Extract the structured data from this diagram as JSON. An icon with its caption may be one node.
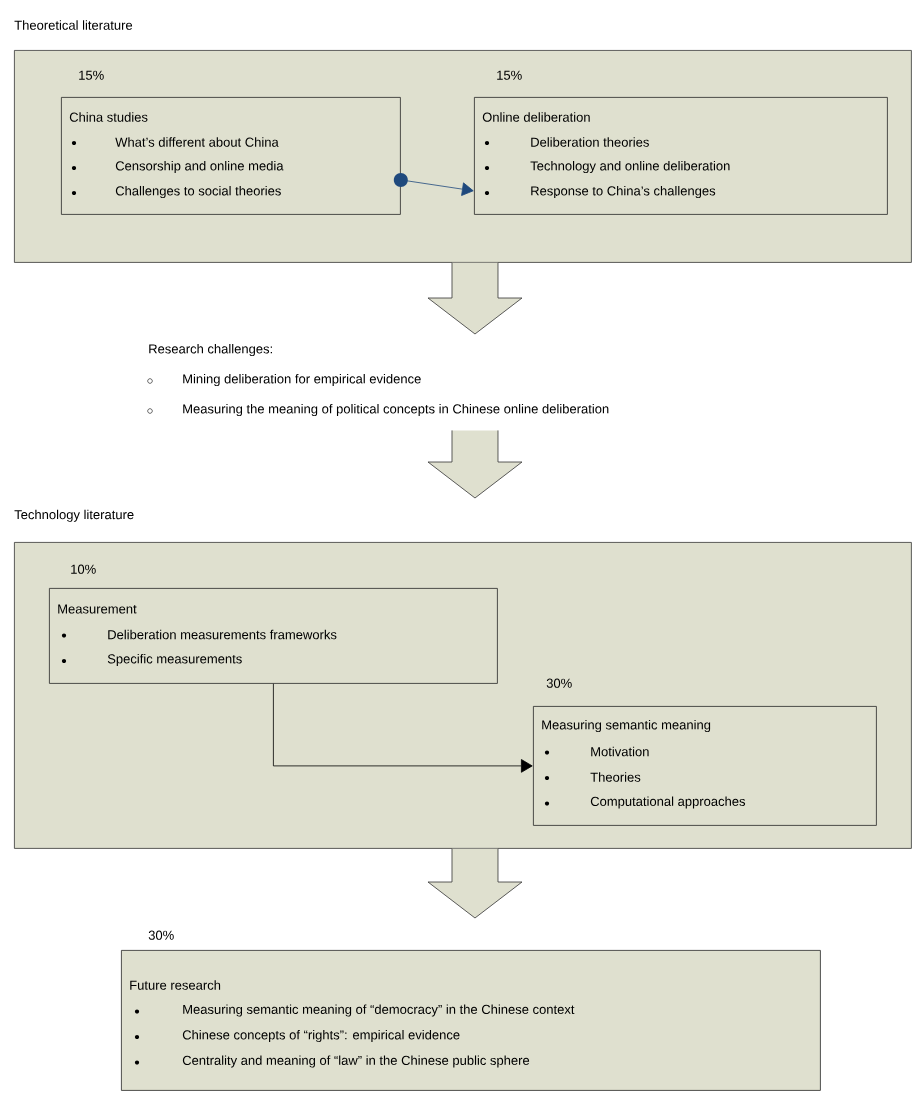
{
  "diagram": {
    "nodes": [
      {
        "text": [
          "Theoretical literature"
        ]
      },
      {
        "text": [
          "China studies",
          "What’s different about China",
          "Censorship and online media",
          "Challenges to social theories"
        ],
        "in": 0,
        "beside": [
          "15%"
        ]
      },
      {
        "text": [
          "Online deliberation",
          "Deliberation theories",
          "Technology and online deliberation",
          "Response to China’s challenges"
        ],
        "in": 0,
        "beside": [
          "15%"
        ]
      },
      {
        "text": [
          "Research challenges:",
          "Mining deliberation for empirical evidence",
          "Measuring the meaning of political concepts in Chinese online deliberation"
        ]
      },
      {
        "text": [
          "Technology literature"
        ]
      },
      {
        "text": [
          "Measurement",
          "Deliberation measurements frameworks",
          "Specific measurements"
        ],
        "in": 4,
        "beside": [
          "10%"
        ]
      },
      {
        "text": [
          "Measuring semantic meaning",
          "Motivation",
          "Theories",
          "Computational approaches"
        ],
        "in": 4,
        "beside": [
          "30%"
        ]
      },
      {
        "text": [
          "Future research",
          "Measuring semantic meaning of “democracy” in the Chinese context",
          "Chinese concepts of “rights”: empirical evidence",
          "Centrality and meaning of “law” in the Chinese public sphere"
        ],
        "beside": [
          "30%"
        ]
      }
    ],
    "edges": [
      {
        "from": 1,
        "to": 2,
        "arrow": "to",
        "color": "#1f497d"
      },
      {
        "from": 0,
        "to": 3,
        "arrow": "to",
        "style": "thick"
      },
      {
        "from": 3,
        "to": 4,
        "arrow": "to",
        "style": "thick"
      },
      {
        "from": 5,
        "to": 6,
        "arrow": "to",
        "color": "#000000"
      },
      {
        "from": 4,
        "to": 7,
        "arrow": "to",
        "style": "thick"
      }
    ]
  }
}
